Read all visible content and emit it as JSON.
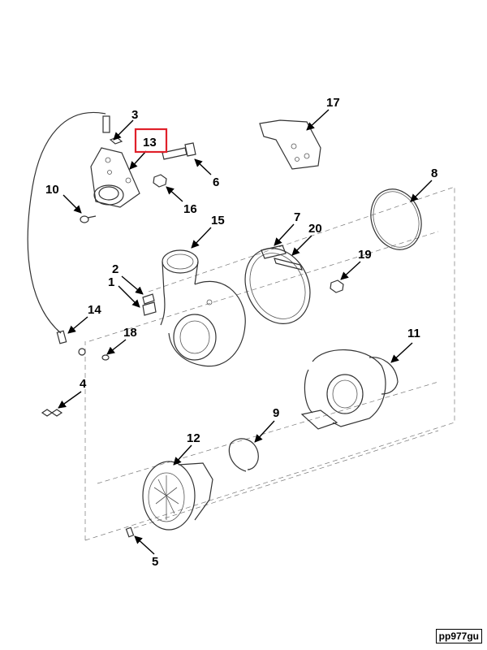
{
  "diagram": {
    "reference_code": "pp977gu",
    "highlight_color": "#e0202a",
    "highlighted_callout": "13",
    "callouts": [
      "1",
      "2",
      "3",
      "4",
      "5",
      "6",
      "7",
      "8",
      "9",
      "10",
      "11",
      "12",
      "13",
      "14",
      "15",
      "16",
      "17",
      "18",
      "19",
      "20"
    ]
  }
}
